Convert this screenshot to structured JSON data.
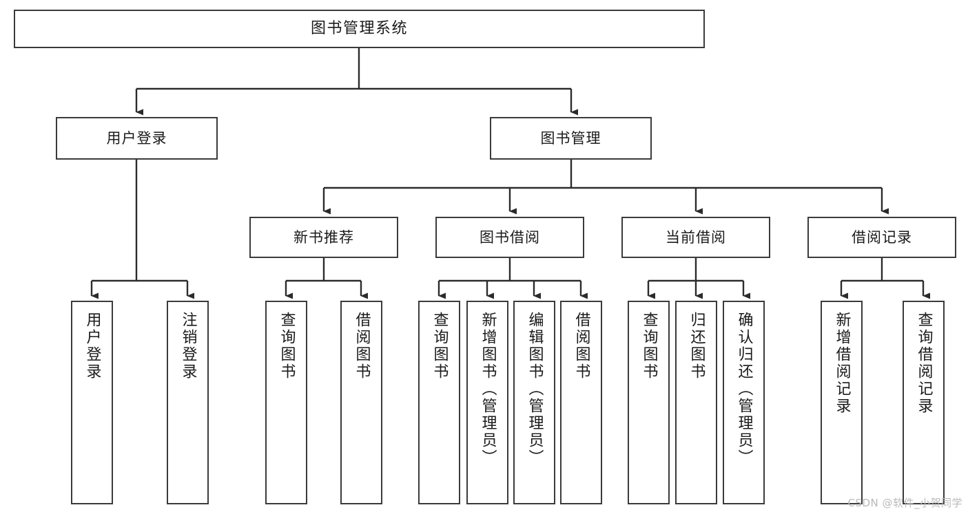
{
  "diagram": {
    "title": "图书管理系统",
    "type": "tree-hierarchy-chart",
    "watermark": "CSDN @软件_小贺同学",
    "style": {
      "background": "#ffffff",
      "box_border": "#3a3a3a",
      "box_fill": "#ffffff",
      "connector": "#2b2b2b",
      "text": "#1a1a1a",
      "watermark_color": "#b9b9b9"
    },
    "root": {
      "id": "root",
      "label": "图书管理系统"
    },
    "level1": [
      {
        "id": "l1-user-login",
        "label": "用户登录"
      },
      {
        "id": "l1-book-manage",
        "label": "图书管理"
      }
    ],
    "level2": [
      {
        "id": "l2-new-book",
        "label": "新书推荐",
        "parent": "l1-book-manage"
      },
      {
        "id": "l2-book-borrow",
        "label": "图书借阅",
        "parent": "l1-book-manage"
      },
      {
        "id": "l2-current-borrow",
        "label": "当前借阅",
        "parent": "l1-book-manage"
      },
      {
        "id": "l2-borrow-record",
        "label": "借阅记录",
        "parent": "l1-book-manage"
      }
    ],
    "leaves": [
      {
        "id": "leaf-user-login",
        "label": "用户登录",
        "parent": "l1-user-login"
      },
      {
        "id": "leaf-logout",
        "label": "注销登录",
        "parent": "l1-user-login"
      },
      {
        "id": "leaf-query-book-1",
        "label": "查询图书",
        "parent": "l2-new-book"
      },
      {
        "id": "leaf-borrow-book-1",
        "label": "借阅图书",
        "parent": "l2-new-book"
      },
      {
        "id": "leaf-query-book-2",
        "label": "查询图书",
        "parent": "l2-book-borrow"
      },
      {
        "id": "leaf-add-book",
        "label": "新增图书（管理员）",
        "parent": "l2-book-borrow"
      },
      {
        "id": "leaf-edit-book",
        "label": "编辑图书（管理员）",
        "parent": "l2-book-borrow"
      },
      {
        "id": "leaf-borrow-book-2",
        "label": "借阅图书",
        "parent": "l2-book-borrow"
      },
      {
        "id": "leaf-query-book-3",
        "label": "查询图书",
        "parent": "l2-current-borrow"
      },
      {
        "id": "leaf-return-book",
        "label": "归还图书",
        "parent": "l2-current-borrow"
      },
      {
        "id": "leaf-confirm-return",
        "label": "确认归还（管理员）",
        "parent": "l2-current-borrow"
      },
      {
        "id": "leaf-add-record",
        "label": "新增借阅记录",
        "parent": "l2-borrow-record"
      },
      {
        "id": "leaf-query-record",
        "label": "查询借阅记录",
        "parent": "l2-borrow-record"
      }
    ]
  }
}
